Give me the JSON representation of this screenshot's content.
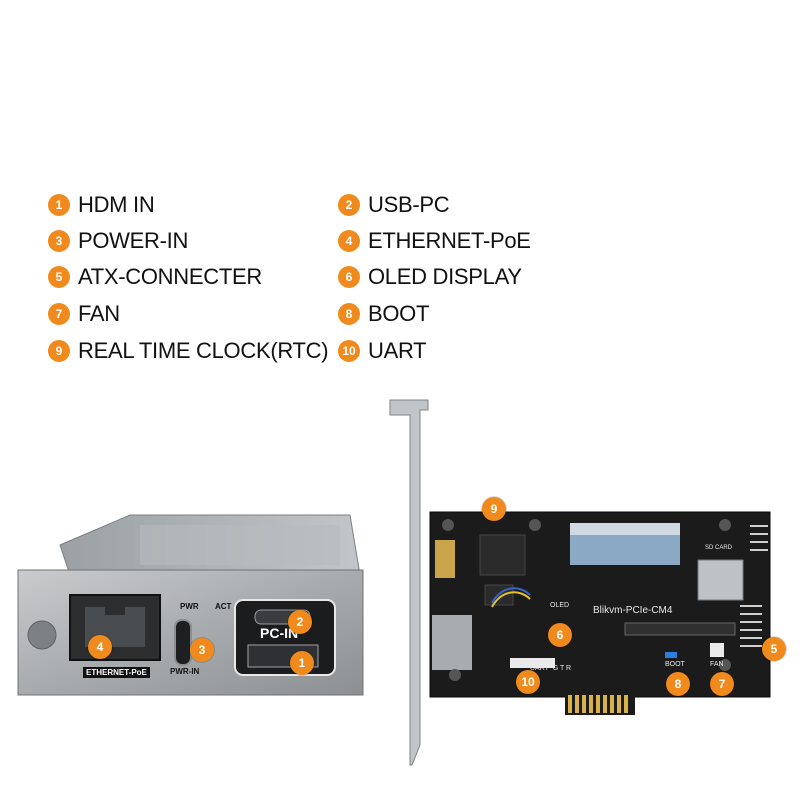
{
  "legend": {
    "items": [
      {
        "num": "1",
        "label": "HDM  IN"
      },
      {
        "num": "2",
        "label": "USB-PC"
      },
      {
        "num": "3",
        "label": "POWER-IN"
      },
      {
        "num": "4",
        "label": "ETHERNET-PoE"
      },
      {
        "num": "5",
        "label": "ATX-CONNECTER"
      },
      {
        "num": "6",
        "label": "OLED DISPLAY"
      },
      {
        "num": "7",
        "label": "FAN"
      },
      {
        "num": "8",
        "label": "BOOT"
      },
      {
        "num": "9",
        "label": "REAL TIME CLOCK(RTC)"
      },
      {
        "num": "10",
        "label": "UART"
      }
    ]
  },
  "left_photo": {
    "pwr": "PWR",
    "act": "ACT",
    "pc_in": "PC-IN",
    "ethernet": "ETHERNET-PoE",
    "pwr_in": "PWR-IN"
  },
  "right_photo": {
    "board_name": "Blikvm-PCIe-CM4",
    "oled": "OLED",
    "boot": "BOOT",
    "fan": "FAN",
    "uart": "UART  G T R",
    "sd_card": "SD CARD"
  },
  "colors": {
    "accent": "#f08a1c",
    "pcb": "#1b1b1b",
    "bracket": "#b9bcbf"
  }
}
